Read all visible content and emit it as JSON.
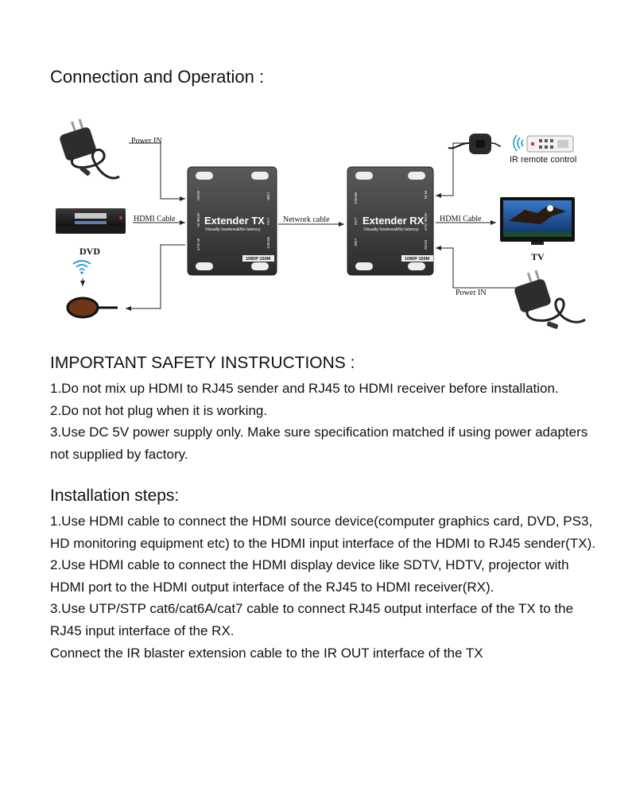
{
  "connection": {
    "heading": "Connection and Operation :",
    "labels": {
      "power_in_left": "Power IN",
      "hdmi_cable_left": "HDMI Cable",
      "dvd": "DVD",
      "network_cable": "Network cable",
      "hdmi_cable_right": "HDMI Cable",
      "ir_remote": "IR remote control",
      "tv": "TV",
      "power_in_right": "Power IN"
    },
    "tx": {
      "title": "Extender TX",
      "subtitle": "Visually lossless&No latency",
      "badge": "1080P 150M",
      "ports_left": [
        "DC5V",
        "HDMI IN",
        "IR OUT"
      ],
      "ports_right": [
        "LINK",
        "LAN",
        "RESET"
      ]
    },
    "rx": {
      "title": "Extender RX",
      "subtitle": "Visually lossless&No latency",
      "badge": "1080P 150M",
      "ports_left": [
        "RESET",
        "LAN",
        "LINK"
      ],
      "ports_right": [
        "IR IN",
        "HDMI OUT",
        "DC5V"
      ]
    }
  },
  "safety": {
    "heading": "IMPORTANT SAFETY INSTRUCTIONS :",
    "items": [
      "1.Do not mix up HDMI to RJ45 sender and RJ45 to HDMI receiver before installation.",
      "2.Do not hot plug when it is working.",
      "3.Use DC 5V power supply only. Make sure specification matched if using power adapters not supplied by factory."
    ]
  },
  "installation": {
    "heading": "Installation steps:",
    "items": [
      "1.Use HDMI cable to connect the HDMI source device(computer graphics card, DVD, PS3, HD monitoring equipment etc) to the HDMI input interface of the HDMI to RJ45 sender(TX).",
      "2.Use HDMI cable to connect the HDMI display device like SDTV, HDTV, projector with HDMI port to the HDMI output interface of the RJ45 to HDMI receiver(RX).",
      "3.Use UTP/STP cat6/cat6A/cat7 cable to connect RJ45 output interface of the TX to the RJ45 input interface of the RX.",
      "Connect the IR blaster extension cable to the IR OUT interface of the TX"
    ]
  }
}
